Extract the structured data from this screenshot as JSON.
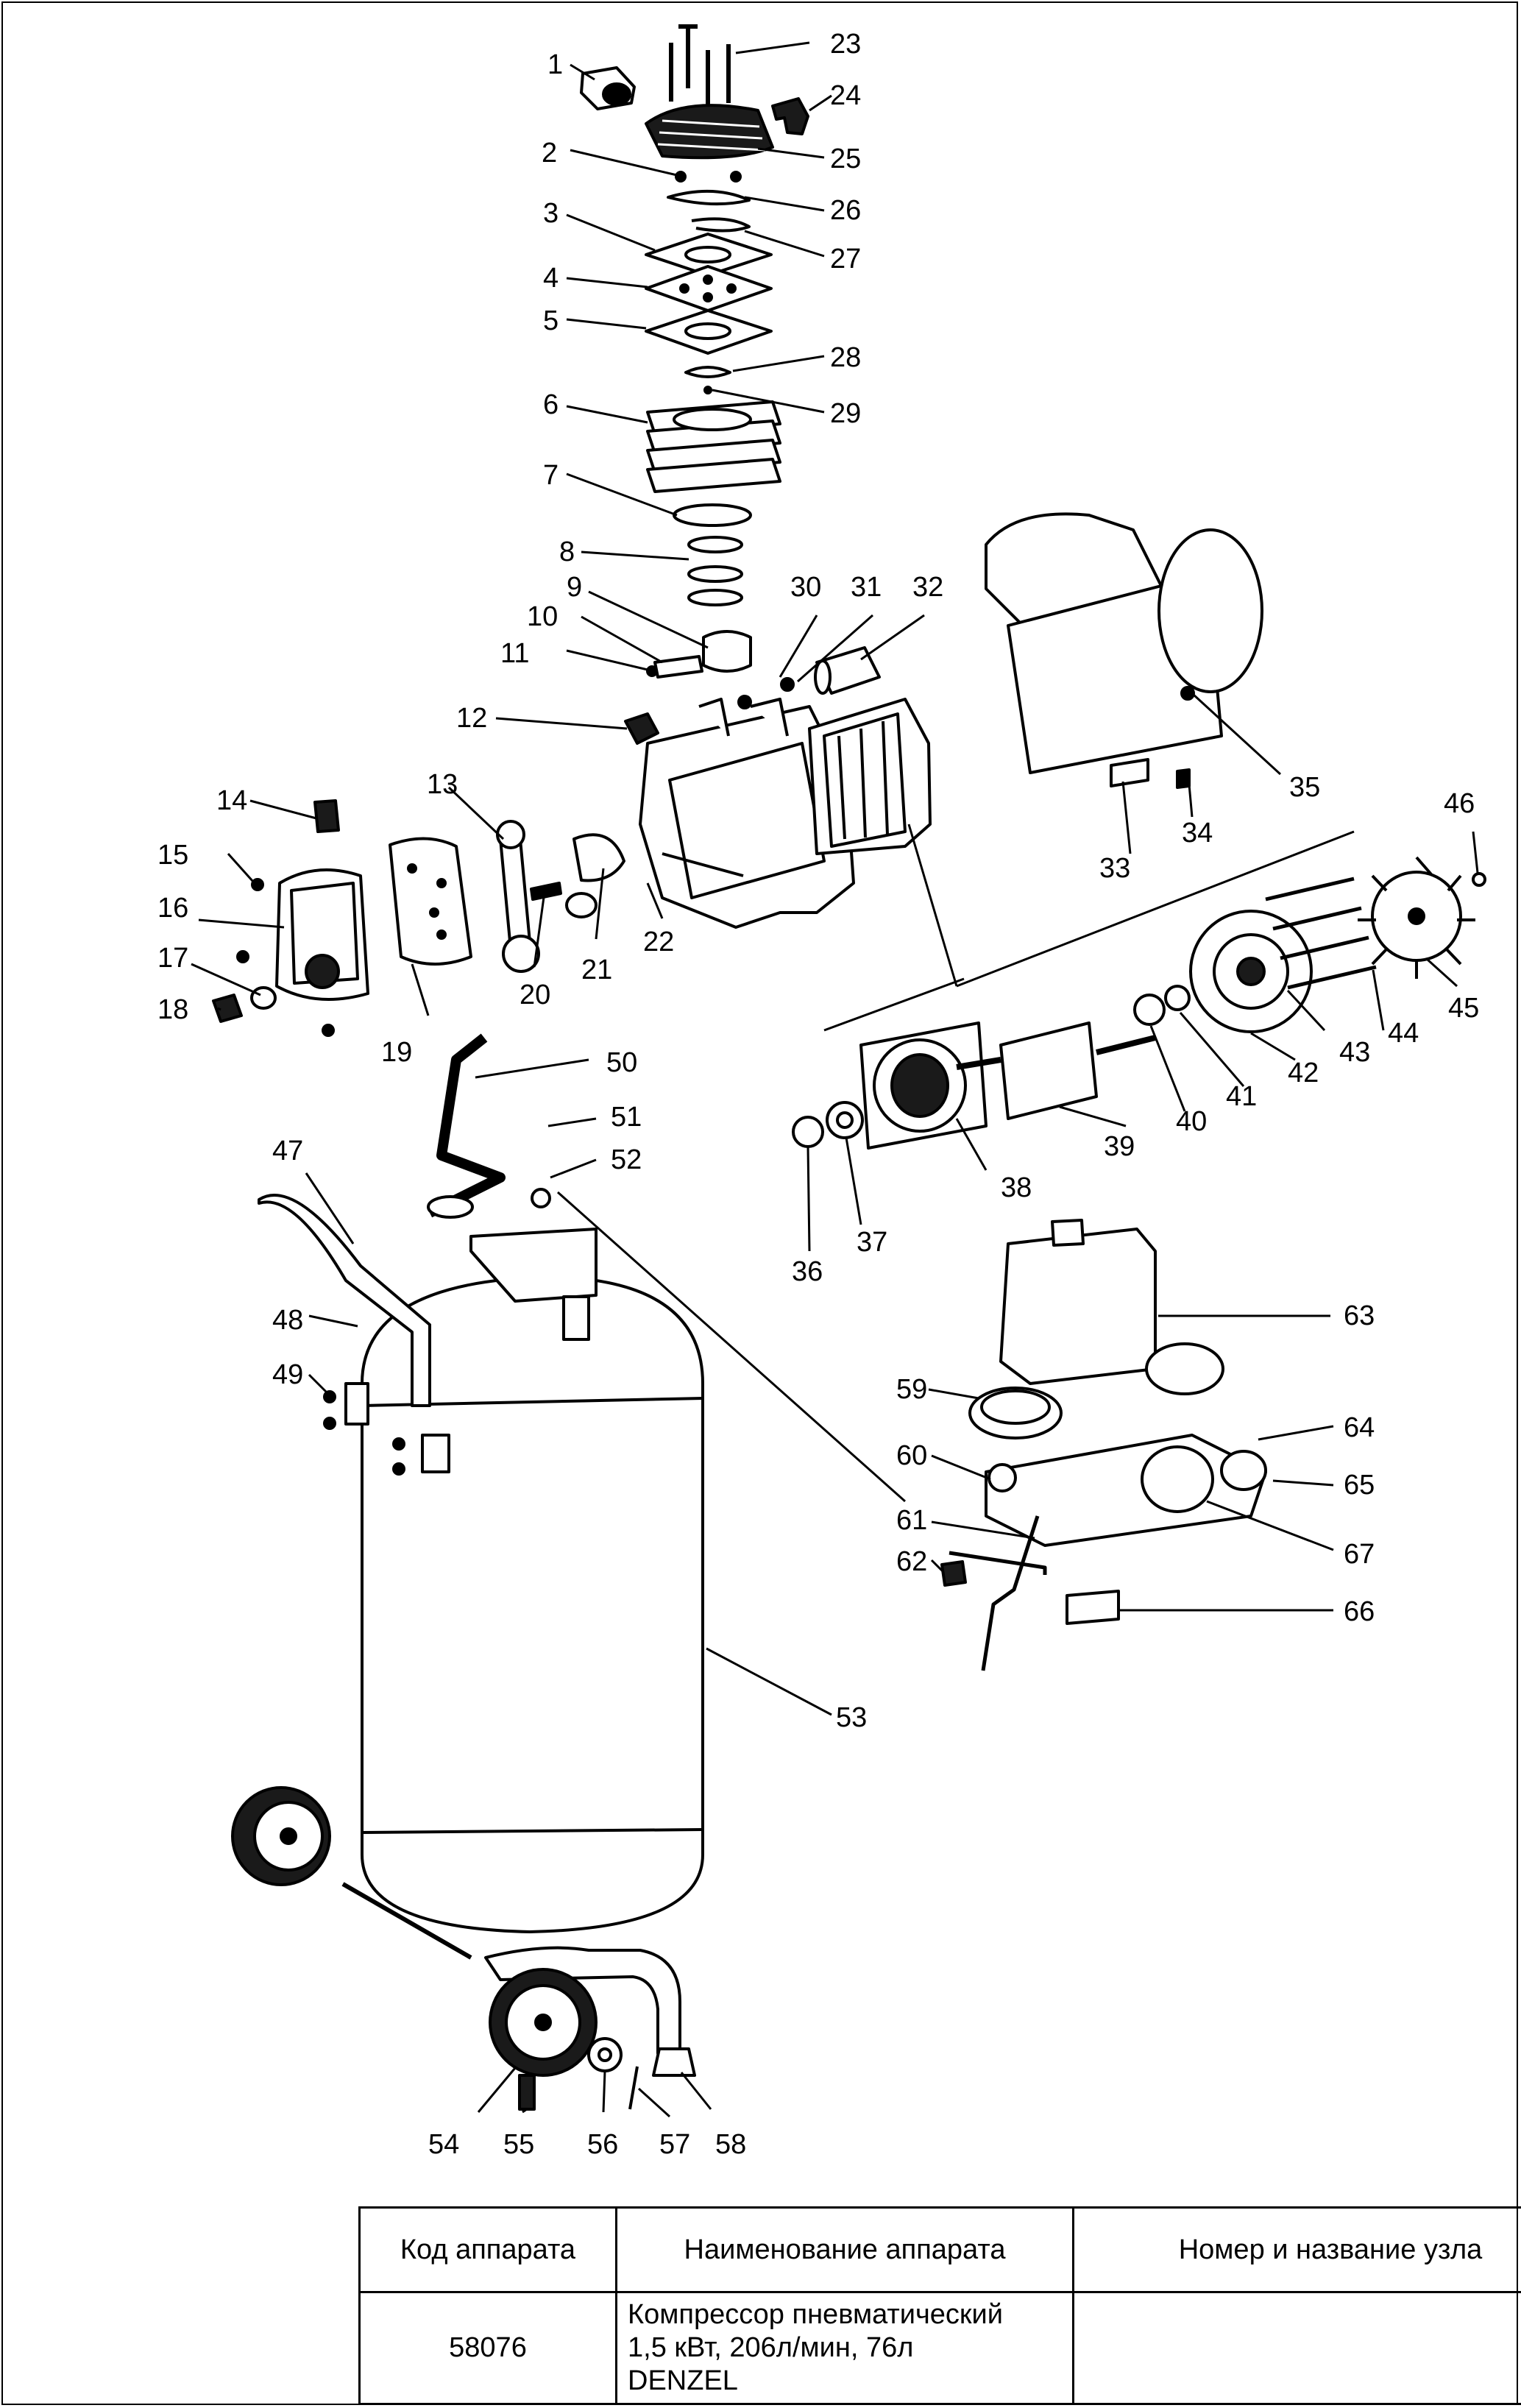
{
  "callouts": [
    "1",
    "2",
    "3",
    "4",
    "5",
    "6",
    "7",
    "8",
    "9",
    "10",
    "11",
    "12",
    "13",
    "14",
    "15",
    "16",
    "17",
    "18",
    "19",
    "20",
    "21",
    "22",
    "23",
    "24",
    "25",
    "26",
    "27",
    "28",
    "29",
    "30",
    "31",
    "32",
    "33",
    "34",
    "35",
    "36",
    "37",
    "38",
    "39",
    "40",
    "41",
    "42",
    "43",
    "44",
    "45",
    "46",
    "47",
    "48",
    "49",
    "50",
    "51",
    "52",
    "53",
    "54",
    "55",
    "56",
    "57",
    "58",
    "59",
    "60",
    "61",
    "62",
    "63",
    "64",
    "65",
    "66",
    "67"
  ],
  "table": {
    "headers": [
      "Код аппарата",
      "Наименование аппарата",
      "Номер и название узла"
    ],
    "row": {
      "code": "58076",
      "name_lines": [
        "Компрессор пневматический",
        "1,5 кВт, 206л/мин, 76л",
        "DENZEL"
      ],
      "assembly": ""
    }
  },
  "colors": {
    "line": "#000000",
    "background": "#ffffff",
    "part_fill": "#ffffff",
    "dark_part": "#1a1a1a"
  }
}
